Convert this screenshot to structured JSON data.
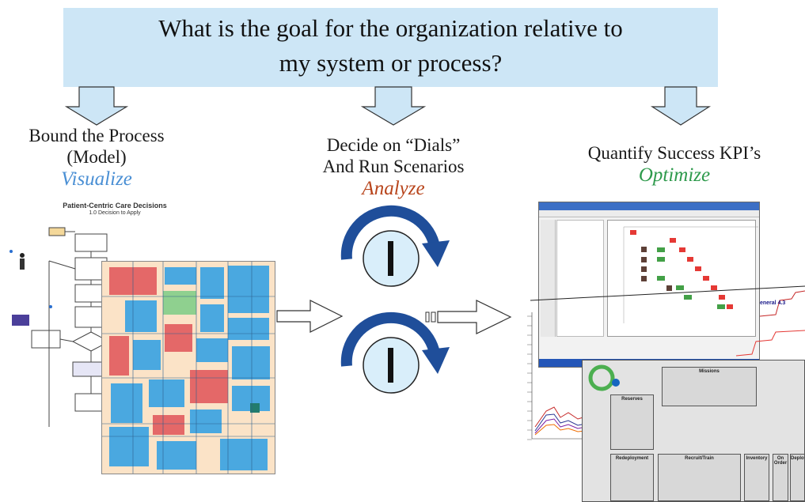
{
  "banner": {
    "line1": "What is the goal for the organization relative to",
    "line2": "my system or process?"
  },
  "steps": [
    {
      "line1": "Bound the Process",
      "line2": "(Model)",
      "verb": "Visualize"
    },
    {
      "line1": "Decide on “Dials”",
      "line2": "And Run Scenarios",
      "verb": "Analyze"
    },
    {
      "line1": "Quantify Success KPI’s",
      "verb": "Optimize"
    }
  ],
  "flowchart": {
    "title": "Patient-Centric Care Decisions",
    "subtitle": "1.0  Decision to Apply"
  },
  "dashboard": {
    "sections": [
      "Reserves",
      "Redeployment",
      "Recruit/Train",
      "Inventory",
      "On Order",
      "Deployme",
      "Missions"
    ]
  },
  "colors": {
    "banner": "#cde6f6",
    "arrow_fill": "#cde6f6",
    "dial_arrow": "#1f4e9a",
    "visualize": "#4a8fd4",
    "analyze": "#b8451c",
    "optimize": "#2e9a4c"
  }
}
